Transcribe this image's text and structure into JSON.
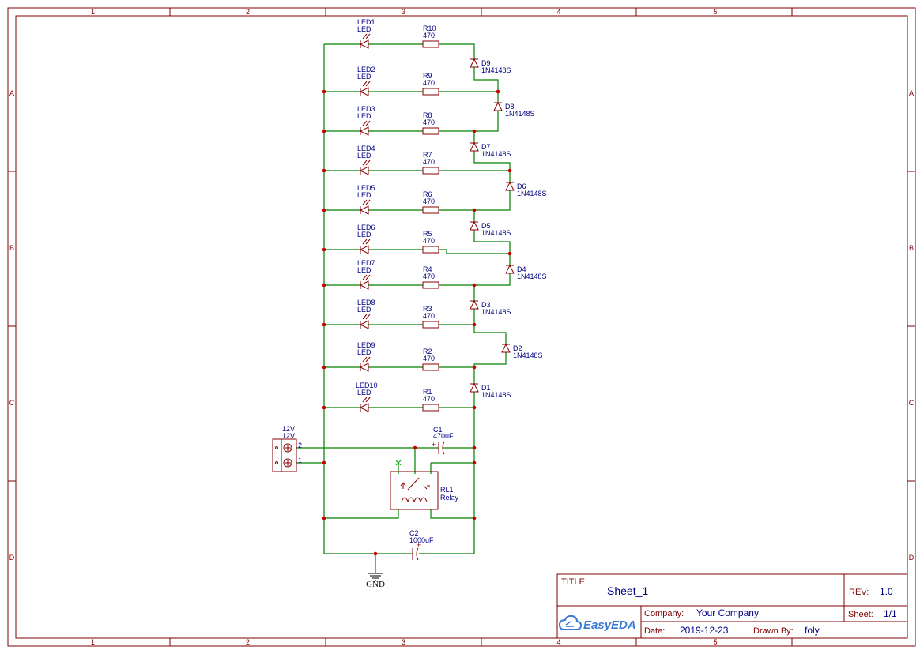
{
  "sheet": {
    "columns": [
      "1",
      "2",
      "3",
      "4",
      "5"
    ],
    "rows": [
      "A",
      "B",
      "C",
      "D"
    ]
  },
  "title_block": {
    "title_caption": "TITLE:",
    "title": "Sheet_1",
    "rev_caption": "REV:",
    "rev": "1.0",
    "company_caption": "Company:",
    "company": "Your Company",
    "sheet_caption": "Sheet:",
    "sheet": "1/1",
    "date_caption": "Date:",
    "date": "2019-12-23",
    "drawn_by_caption": "Drawn By:",
    "drawn_by": "foly",
    "logo": "EasyEDA"
  },
  "branches": [
    {
      "led": "LED1",
      "led_value": "LED",
      "resistor": "R10",
      "res_value": "470",
      "diode": "D9",
      "diode_value": "1N4148S"
    },
    {
      "led": "LED2",
      "led_value": "LED",
      "resistor": "R9",
      "res_value": "470",
      "diode": "D8",
      "diode_value": "1N4148S"
    },
    {
      "led": "LED3",
      "led_value": "LED",
      "resistor": "R8",
      "res_value": "470",
      "diode": "D7",
      "diode_value": "1N4148S"
    },
    {
      "led": "LED4",
      "led_value": "LED",
      "resistor": "R7",
      "res_value": "470",
      "diode": "D6",
      "diode_value": "1N4148S"
    },
    {
      "led": "LED5",
      "led_value": "LED",
      "resistor": "R6",
      "res_value": "470",
      "diode": "D5",
      "diode_value": "1N4148S"
    },
    {
      "led": "LED6",
      "led_value": "LED",
      "resistor": "R5",
      "res_value": "470",
      "diode": "D4",
      "diode_value": "1N4148S"
    },
    {
      "led": "LED7",
      "led_value": "LED",
      "resistor": "R4",
      "res_value": "470",
      "diode": "D3",
      "diode_value": "1N4148S"
    },
    {
      "led": "LED8",
      "led_value": "LED",
      "resistor": "R3",
      "res_value": "470",
      "diode": "D2",
      "diode_value": "1N4148S"
    },
    {
      "led": "LED9",
      "led_value": "LED",
      "resistor": "R2",
      "res_value": "470",
      "diode": "D1",
      "diode_value": "1N4148S"
    },
    {
      "led": "LED10",
      "led_value": "LED",
      "resistor": "R1",
      "res_value": "470"
    }
  ],
  "connector": {
    "name": "12V",
    "value": "12V",
    "pin2": "2",
    "pin1": "1"
  },
  "c1": {
    "name": "C1",
    "value": "470uF"
  },
  "c2": {
    "name": "C2",
    "value": "1000uF"
  },
  "relay": {
    "name": "RL1",
    "value": "Relay"
  },
  "gnd": {
    "label": "GND"
  },
  "colors": {
    "frame": "#800000",
    "wire": "#008000",
    "label": "#000080",
    "junction": "#cc0000",
    "part": "#880000"
  }
}
